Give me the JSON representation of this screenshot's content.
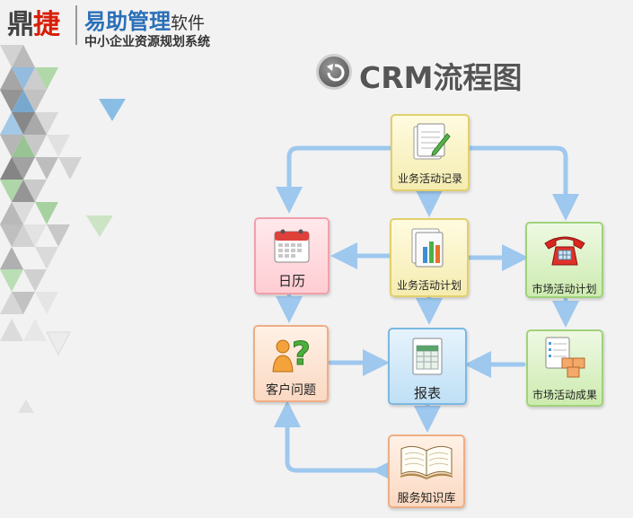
{
  "header": {
    "brand_part1": "鼎",
    "brand_part2": "捷",
    "product_name": "易助管理",
    "product_suffix": "软件",
    "tagline": "中小企业资源规划系统"
  },
  "title": {
    "text": "CRM流程图"
  },
  "nodes": {
    "activity_record": "业务活动记录",
    "calendar": "日历",
    "activity_plan": "业务活动计划",
    "market_plan": "市场活动计划",
    "customer_issue": "客户问题",
    "report": "报表",
    "market_result": "市场活动成果",
    "knowledge_base": "服务知识库"
  },
  "colors": {
    "arrow": "#9ec8ee",
    "accent_blue": "#2a6fb8",
    "brand_red": "#d81e06"
  }
}
